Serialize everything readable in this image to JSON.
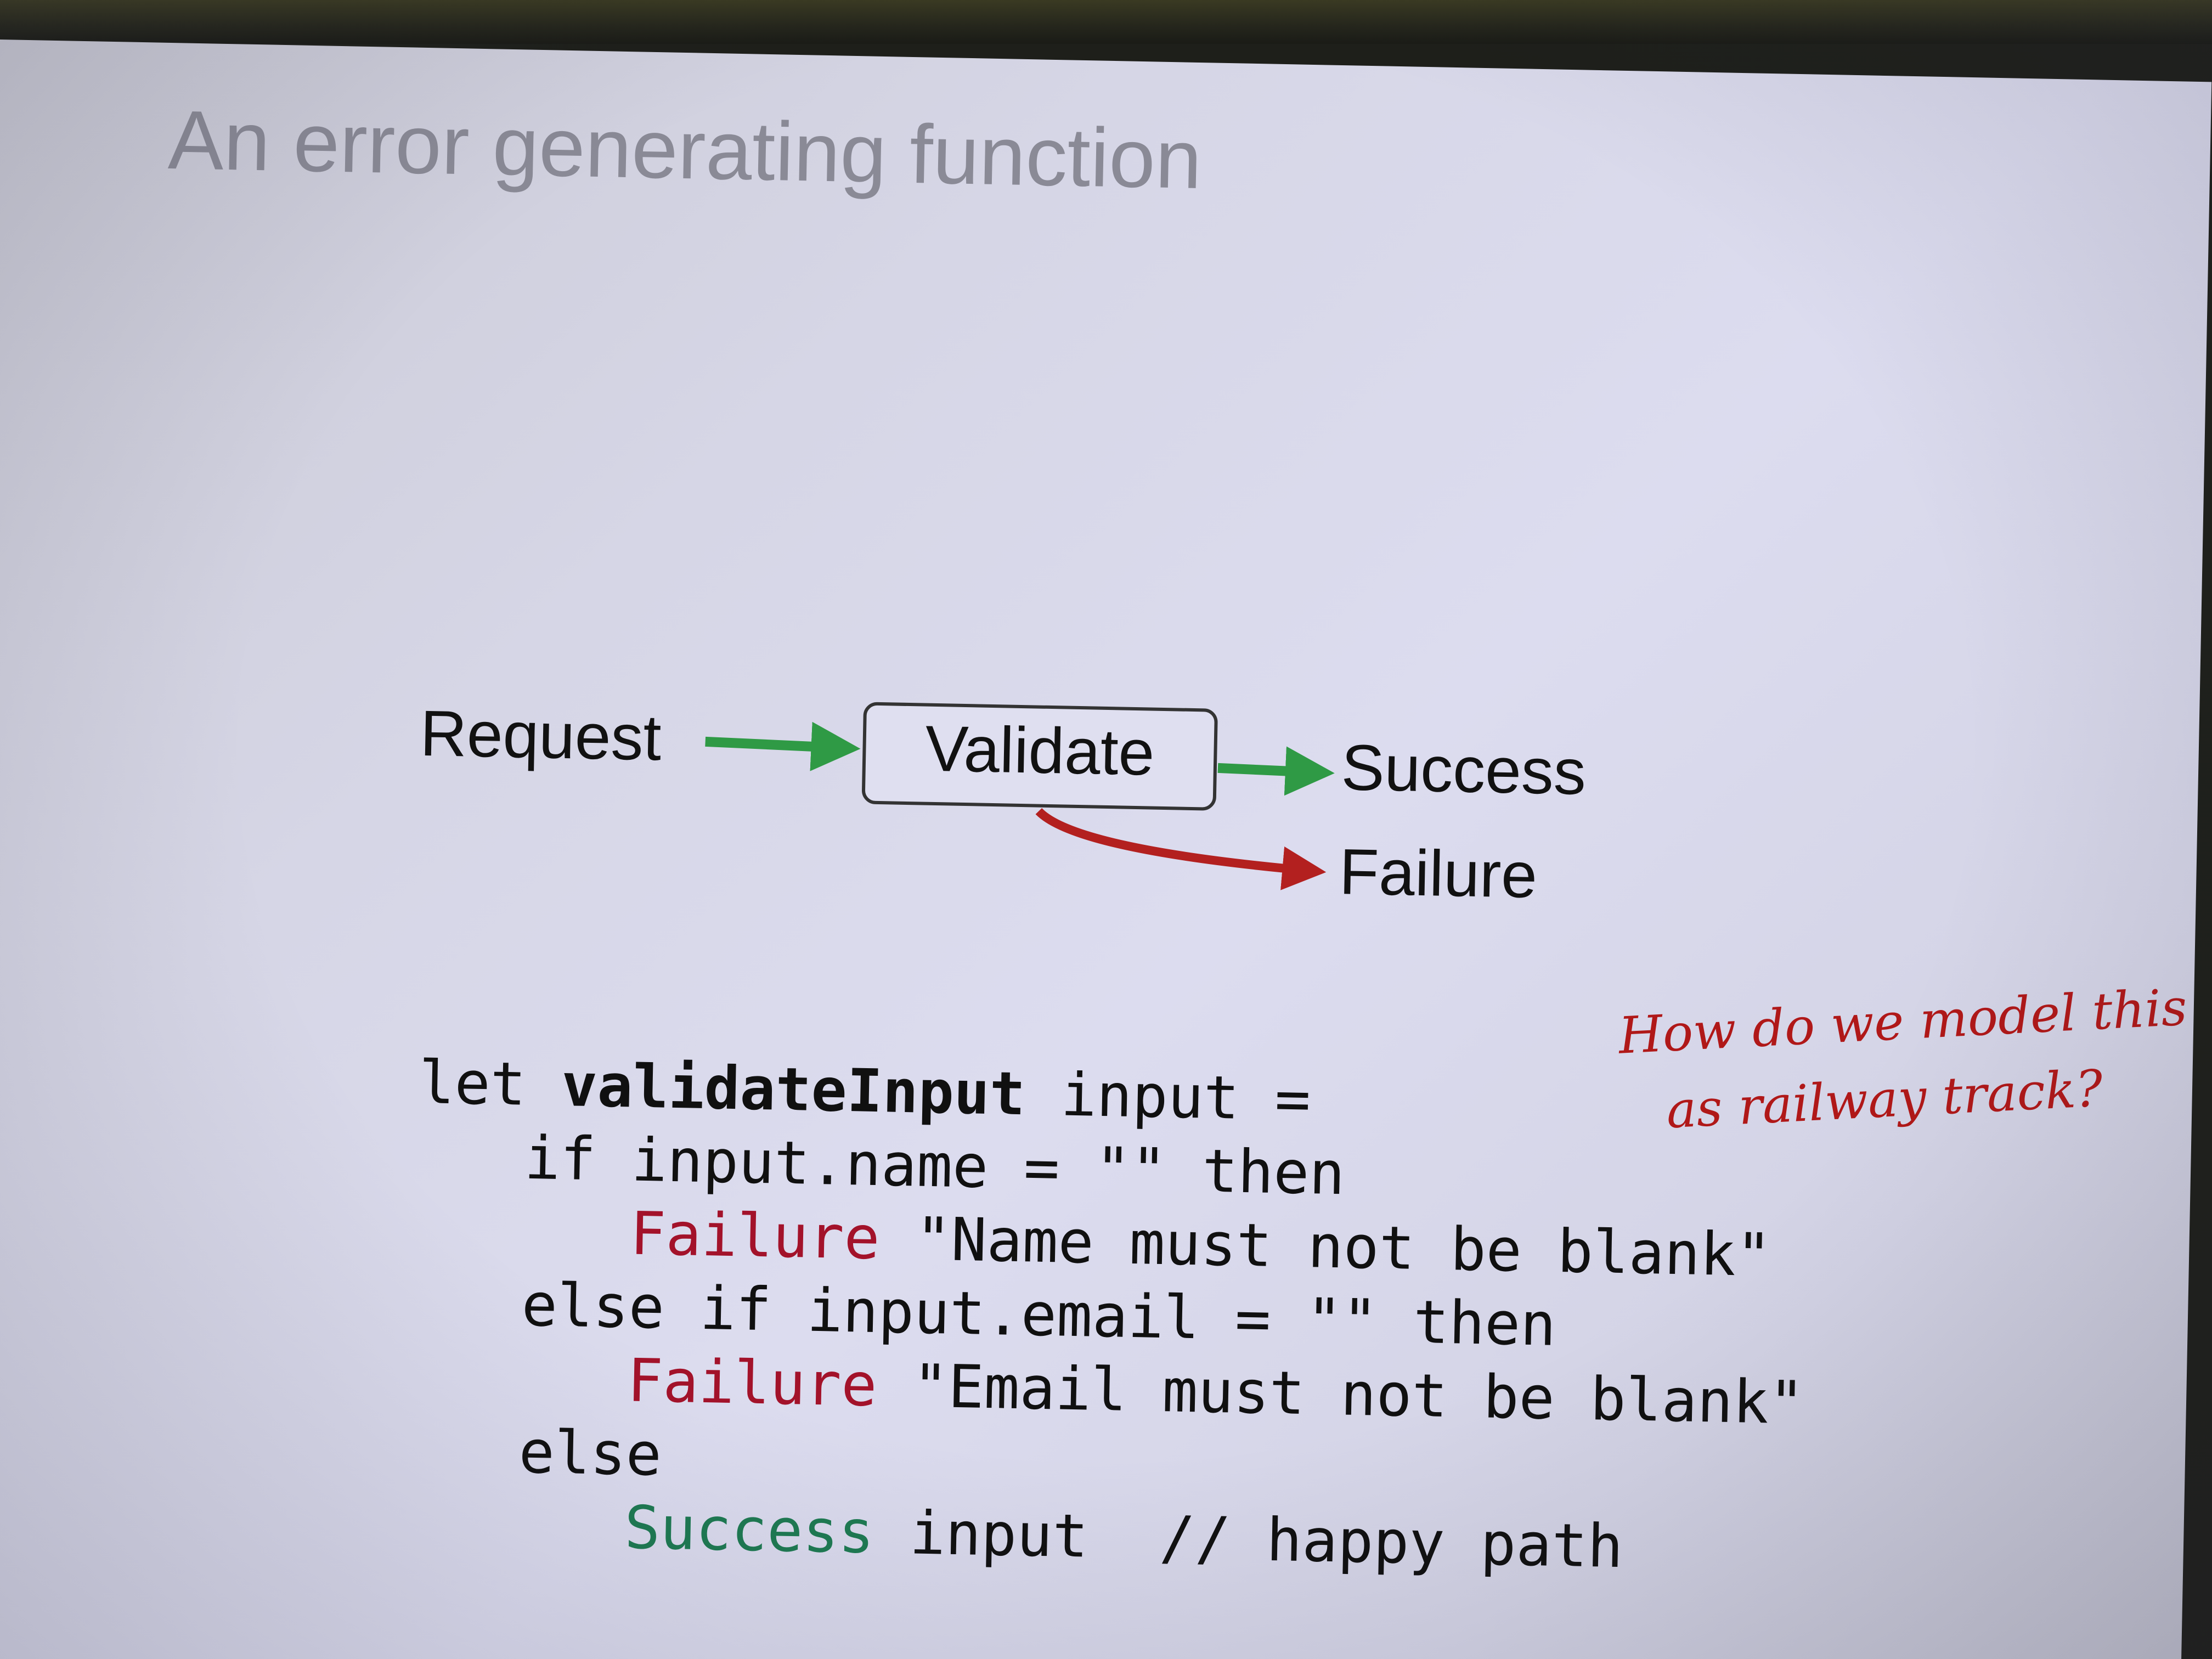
{
  "slide": {
    "title": "An error generating function"
  },
  "diagram": {
    "request_label": "Request",
    "validate_label": "Validate",
    "success_label": "Success",
    "failure_label": "Failure",
    "colors": {
      "success_arrow": "#2f9a45",
      "failure_arrow": "#b3201f",
      "box_border": "#333333"
    }
  },
  "note": {
    "line1": "How do we model this",
    "line2": "as railway track?"
  },
  "code": {
    "l1_kw": "let ",
    "l1_name": "validateInput",
    "l1_rest": " input =",
    "l2": "if input.name = \"\" then",
    "l3_ctor": "Failure",
    "l3_rest": " \"Name must not be blank\"",
    "l4": "else if input.email = \"\" then",
    "l5_ctor": "Failure",
    "l5_rest": " \"Email must not be blank\"",
    "l6": "else",
    "l7_ctor": "Success",
    "l7_rest": " input  // happy path"
  }
}
